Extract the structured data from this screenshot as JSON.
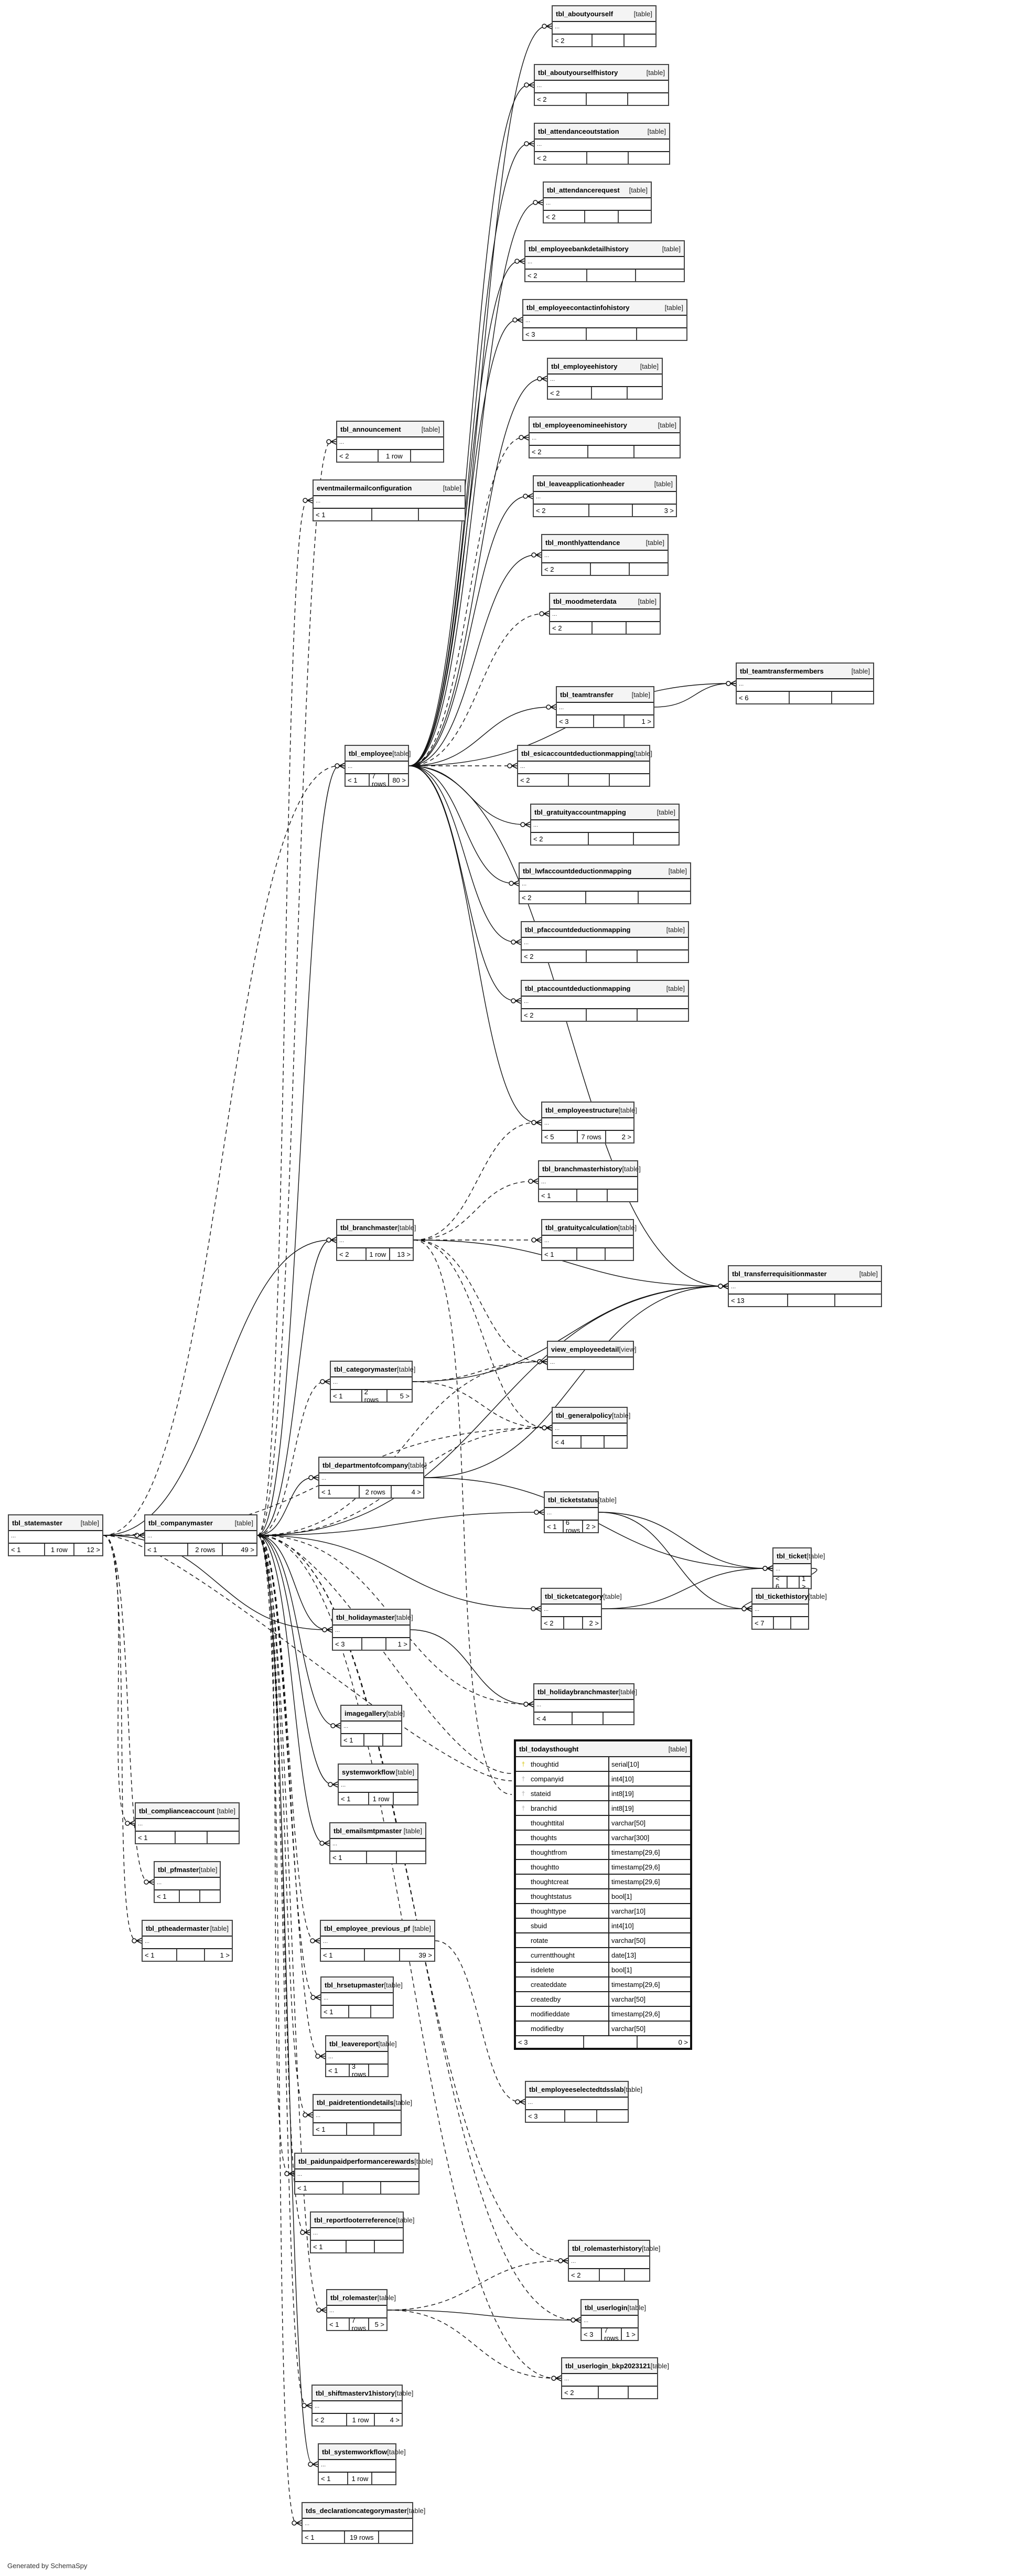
{
  "diagram_title": "Generated by SchemaSpy",
  "tables": [
    {
      "id": "aboutyourself",
      "name": "tbl_aboutyourself",
      "type": "[table]",
      "parents": "< 2",
      "rows": "",
      "children": ""
    },
    {
      "id": "aboutyourselfhistory",
      "name": "tbl_aboutyourselfhistory",
      "type": "[table]",
      "parents": "< 2",
      "rows": "",
      "children": ""
    },
    {
      "id": "attendanceoutstation",
      "name": "tbl_attendanceoutstation",
      "type": "[table]",
      "parents": "< 2",
      "rows": "",
      "children": ""
    },
    {
      "id": "attendancerequest",
      "name": "tbl_attendancerequest",
      "type": "[table]",
      "parents": "< 2",
      "rows": "",
      "children": ""
    },
    {
      "id": "employeebankdetailhistory",
      "name": "tbl_employeebankdetailhistory",
      "type": "[table]",
      "parents": "< 2",
      "rows": "",
      "children": ""
    },
    {
      "id": "employeecontactinfohistory",
      "name": "tbl_employeecontactinfohistory",
      "type": "[table]",
      "parents": "< 3",
      "rows": "",
      "children": ""
    },
    {
      "id": "employeehistory",
      "name": "tbl_employeehistory",
      "type": "[table]",
      "parents": "< 2",
      "rows": "",
      "children": ""
    },
    {
      "id": "employeenomineehistory",
      "name": "tbl_employeenomineehistory",
      "type": "[table]",
      "parents": "< 2",
      "rows": "",
      "children": ""
    },
    {
      "id": "announcement",
      "name": "tbl_announcement",
      "type": "[table]",
      "parents": "< 2",
      "rows": "1 row",
      "children": ""
    },
    {
      "id": "leaveapplicationheader",
      "name": "tbl_leaveapplicationheader",
      "type": "[table]",
      "parents": "< 2",
      "rows": "",
      "children": "3 >"
    },
    {
      "id": "eventmailer",
      "name": "eventmailermailconfiguration",
      "type": "[table]",
      "parents": "< 1",
      "rows": "",
      "children": ""
    },
    {
      "id": "monthlyattendance",
      "name": "tbl_monthlyattendance",
      "type": "[table]",
      "parents": "< 2",
      "rows": "",
      "children": ""
    },
    {
      "id": "moodmeterdata",
      "name": "tbl_moodmeterdata",
      "type": "[table]",
      "parents": "< 2",
      "rows": "",
      "children": ""
    },
    {
      "id": "teamtransfermembers",
      "name": "tbl_teamtransfermembers",
      "type": "[table]",
      "parents": "< 6",
      "rows": "",
      "children": ""
    },
    {
      "id": "teamtransfer",
      "name": "tbl_teamtransfer",
      "type": "[table]",
      "parents": "< 3",
      "rows": "",
      "children": "1 >"
    },
    {
      "id": "employee",
      "name": "tbl_employee",
      "type": "[table]",
      "parents": "< 1",
      "rows": "7 rows",
      "children": "80 >"
    },
    {
      "id": "esicaccount",
      "name": "tbl_esicaccountdeductionmapping",
      "type": "[table]",
      "parents": "< 2",
      "rows": "",
      "children": ""
    },
    {
      "id": "gratuityaccount",
      "name": "tbl_gratuityaccountmapping",
      "type": "[table]",
      "parents": "< 2",
      "rows": "",
      "children": ""
    },
    {
      "id": "lwfaccount",
      "name": "tbl_lwfaccountdeductionmapping",
      "type": "[table]",
      "parents": "< 2",
      "rows": "",
      "children": ""
    },
    {
      "id": "pfaccount",
      "name": "tbl_pfaccountdeductionmapping",
      "type": "[table]",
      "parents": "< 2",
      "rows": "",
      "children": ""
    },
    {
      "id": "ptaccount",
      "name": "tbl_ptaccountdeductionmapping",
      "type": "[table]",
      "parents": "< 2",
      "rows": "",
      "children": ""
    },
    {
      "id": "employeestructure",
      "name": "tbl_employeestructure",
      "type": "[table]",
      "parents": "< 5",
      "rows": "7 rows",
      "children": "2 >"
    },
    {
      "id": "branchmasterhistory",
      "name": "tbl_branchmasterhistory",
      "type": "[table]",
      "parents": "< 1",
      "rows": "",
      "children": ""
    },
    {
      "id": "branchmaster",
      "name": "tbl_branchmaster",
      "type": "[table]",
      "parents": "< 2",
      "rows": "1 row",
      "children": "13 >"
    },
    {
      "id": "gratuitycalculation",
      "name": "tbl_gratuitycalculation",
      "type": "[table]",
      "parents": "< 1",
      "rows": "",
      "children": ""
    },
    {
      "id": "transferrequisition",
      "name": "tbl_transferrequisitionmaster",
      "type": "[table]",
      "parents": "< 13",
      "rows": "",
      "children": ""
    },
    {
      "id": "viewemployeedetail",
      "name": "view_employeedetail",
      "type": "[view]",
      "parents": "",
      "rows": "",
      "children": ""
    },
    {
      "id": "categorymaster",
      "name": "tbl_categorymaster",
      "type": "[table]",
      "parents": "< 1",
      "rows": "2 rows",
      "children": "5 >"
    },
    {
      "id": "generalpolicy",
      "name": "tbl_generalpolicy",
      "type": "[table]",
      "parents": "< 4",
      "rows": "",
      "children": ""
    },
    {
      "id": "departmentofcompany",
      "name": "tbl_departmentofcompany",
      "type": "[table]",
      "parents": "< 1",
      "rows": "2 rows",
      "children": "4 >"
    },
    {
      "id": "ticketstatus",
      "name": "tbl_ticketstatus",
      "type": "[table]",
      "parents": "< 1",
      "rows": "6 rows",
      "children": "2 >"
    },
    {
      "id": "statemaster",
      "name": "tbl_statemaster",
      "type": "[table]",
      "parents": "< 1",
      "rows": "1 row",
      "children": "12 >"
    },
    {
      "id": "companymaster",
      "name": "tbl_companymaster",
      "type": "[table]",
      "parents": "< 1",
      "rows": "2 rows",
      "children": "49 >"
    },
    {
      "id": "ticket",
      "name": "tbl_ticket",
      "type": "[table]",
      "parents": "< 6",
      "rows": "",
      "children": "1 >"
    },
    {
      "id": "ticketcategory",
      "name": "tbl_ticketcategory",
      "type": "[table]",
      "parents": "< 2",
      "rows": "",
      "children": "2 >"
    },
    {
      "id": "tickethistory",
      "name": "tbl_tickethistory",
      "type": "[table]",
      "parents": "< 7",
      "rows": "",
      "children": ""
    },
    {
      "id": "holidaymaster",
      "name": "tbl_holidaymaster",
      "type": "[table]",
      "parents": "< 3",
      "rows": "",
      "children": "1 >"
    },
    {
      "id": "holidaybranchmaster",
      "name": "tbl_holidaybranchmaster",
      "type": "[table]",
      "parents": "< 4",
      "rows": "",
      "children": ""
    },
    {
      "id": "imagegallery",
      "name": "imagegallery",
      "type": "[table]",
      "parents": "< 1",
      "rows": "",
      "children": ""
    },
    {
      "id": "systemworkflow",
      "name": "systemworkflow",
      "type": "[table]",
      "parents": "< 1",
      "rows": "1 row",
      "children": ""
    },
    {
      "id": "complianceaccount",
      "name": "tbl_complianceaccount",
      "type": "[table]",
      "parents": "< 1",
      "rows": "",
      "children": ""
    },
    {
      "id": "emailsmtpmaster",
      "name": "tbl_emailsmtpmaster",
      "type": "[table]",
      "parents": "< 1",
      "rows": "",
      "children": ""
    },
    {
      "id": "pfmaster",
      "name": "tbl_pfmaster",
      "type": "[table]",
      "parents": "< 1",
      "rows": "",
      "children": ""
    },
    {
      "id": "ptheadermaster",
      "name": "tbl_ptheadermaster",
      "type": "[table]",
      "parents": "< 1",
      "rows": "",
      "children": "1 >"
    },
    {
      "id": "employeepreviouspf",
      "name": "tbl_employee_previous_pf",
      "type": "[table]",
      "parents": "< 1",
      "rows": "",
      "children": "39 >"
    },
    {
      "id": "hrsetupmaster",
      "name": "tbl_hrsetupmaster",
      "type": "[table]",
      "parents": "< 1",
      "rows": "",
      "children": ""
    },
    {
      "id": "leavereport",
      "name": "tbl_leavereport",
      "type": "[table]",
      "parents": "< 1",
      "rows": "3 rows",
      "children": ""
    },
    {
      "id": "employeeselectedtdsslab",
      "name": "tbl_employeeselectedtdsslab",
      "type": "[table]",
      "parents": "< 3",
      "rows": "",
      "children": ""
    },
    {
      "id": "paidretentiondetails",
      "name": "tbl_paidretentiondetails",
      "type": "[table]",
      "parents": "< 1",
      "rows": "",
      "children": ""
    },
    {
      "id": "paidunpaidperformancerewards",
      "name": "tbl_paidunpaidperformancerewards",
      "type": "[table]",
      "parents": "< 1",
      "rows": "",
      "children": ""
    },
    {
      "id": "reportfooterreference",
      "name": "tbl_reportfooterreference",
      "type": "[table]",
      "parents": "< 1",
      "rows": "",
      "children": ""
    },
    {
      "id": "rolemasterhistory",
      "name": "tbl_rolemasterhistory",
      "type": "[table]",
      "parents": "< 2",
      "rows": "",
      "children": ""
    },
    {
      "id": "rolemaster",
      "name": "tbl_rolemaster",
      "type": "[table]",
      "parents": "< 1",
      "rows": "7 rows",
      "children": "5 >"
    },
    {
      "id": "userlogin",
      "name": "tbl_userlogin",
      "type": "[table]",
      "parents": "< 3",
      "rows": "7 rows",
      "children": "1 >"
    },
    {
      "id": "userloginbkp",
      "name": "tbl_userlogin_bkp2023121",
      "type": "[table]",
      "parents": "< 2",
      "rows": "",
      "children": ""
    },
    {
      "id": "shiftmasterv1history",
      "name": "tbl_shiftmasterv1history",
      "type": "[table]",
      "parents": "< 2",
      "rows": "1 row",
      "children": "4 >"
    },
    {
      "id": "tblsystemworkflow",
      "name": "tbl_systemworkflow",
      "type": "[table]",
      "parents": "< 1",
      "rows": "1 row",
      "children": ""
    },
    {
      "id": "tdsdeclaration",
      "name": "tds_declarationcategorymaster",
      "type": "[table]",
      "parents": "< 1",
      "rows": "19 rows",
      "children": ""
    }
  ],
  "focus_table": {
    "name": "tbl_todaysthought",
    "type": "[table]",
    "parents": "< 3",
    "rows": "",
    "children": "0 >",
    "columns": [
      {
        "name": "thoughtid",
        "type": "serial[10]",
        "key": "primary-key"
      },
      {
        "name": "companyid",
        "type": "int4[10]",
        "key": "foreign-key"
      },
      {
        "name": "stateid",
        "type": "int8[19]",
        "key": "foreign-key"
      },
      {
        "name": "branchid",
        "type": "int8[19]",
        "key": "foreign-key"
      },
      {
        "name": "thoughttital",
        "type": "varchar[50]",
        "key": ""
      },
      {
        "name": "thoughts",
        "type": "varchar[300]",
        "key": ""
      },
      {
        "name": "thoughtfrom",
        "type": "timestamp[29,6]",
        "key": ""
      },
      {
        "name": "thoughtto",
        "type": "timestamp[29,6]",
        "key": ""
      },
      {
        "name": "thoughtcreat",
        "type": "timestamp[29,6]",
        "key": ""
      },
      {
        "name": "thoughtstatus",
        "type": "bool[1]",
        "key": ""
      },
      {
        "name": "thoughttype",
        "type": "varchar[10]",
        "key": ""
      },
      {
        "name": "sbuid",
        "type": "int4[10]",
        "key": ""
      },
      {
        "name": "rotate",
        "type": "varchar[50]",
        "key": ""
      },
      {
        "name": "currentthought",
        "type": "date[13]",
        "key": ""
      },
      {
        "name": "isdelete",
        "type": "bool[1]",
        "key": ""
      },
      {
        "name": "createddate",
        "type": "timestamp[29,6]",
        "key": ""
      },
      {
        "name": "createdby",
        "type": "varchar[50]",
        "key": ""
      },
      {
        "name": "modifieddate",
        "type": "timestamp[29,6]",
        "key": ""
      },
      {
        "name": "modifiedby",
        "type": "varchar[50]",
        "key": ""
      }
    ]
  },
  "ellipsis": "...",
  "key_glyph": "⚲"
}
